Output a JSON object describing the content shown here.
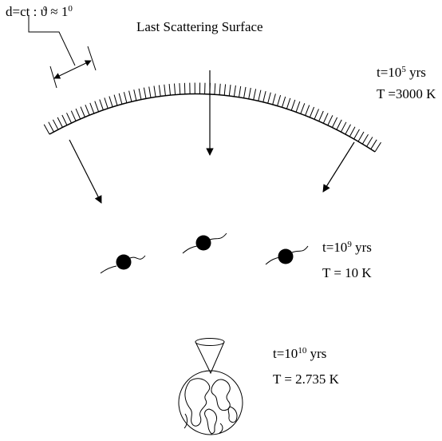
{
  "angle_label": {
    "lhs": "d=ct : ϑ ≈ 1",
    "exponent": "0"
  },
  "surface_label": "Last Scattering Surface",
  "epochs": [
    {
      "t_prefix": "t=10",
      "t_exponent": "5",
      "t_unit": " yrs",
      "temperature": "T =3000 K"
    },
    {
      "t_prefix": "t=10",
      "t_exponent": "9",
      "t_unit": " yrs",
      "temperature": "T = 10 K"
    },
    {
      "t_prefix": "t=10",
      "t_exponent": "10",
      "t_unit": " yrs",
      "temperature": "T = 2.735 K"
    }
  ]
}
